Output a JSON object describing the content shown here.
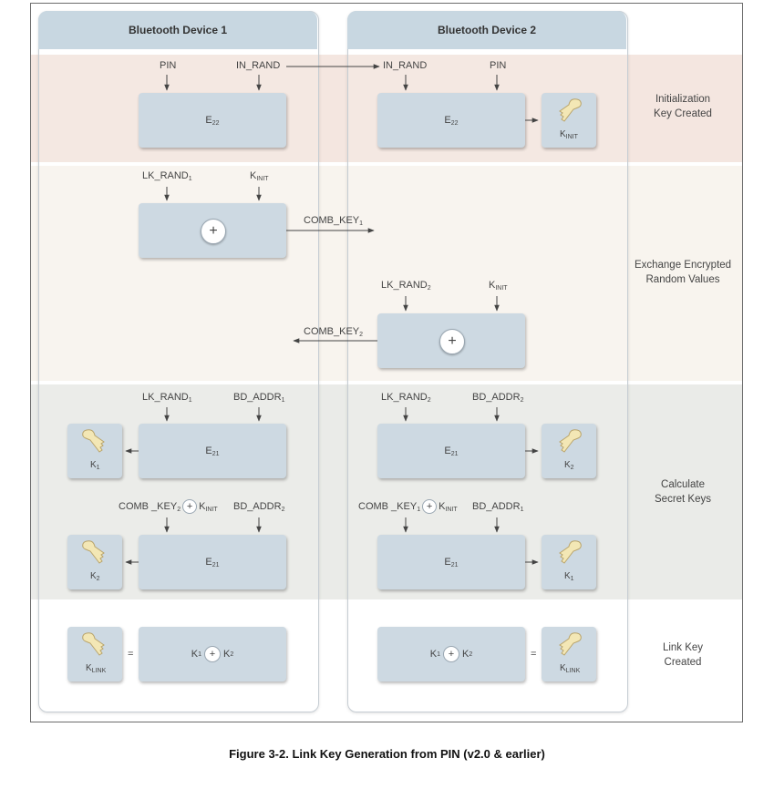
{
  "columns": {
    "device1": "Bluetooth Device 1",
    "device2": "Bluetooth Device 2"
  },
  "stages": {
    "init": {
      "line1": "Initialization",
      "line2": "Key Created"
    },
    "exchange": {
      "line1": "Exchange Encrypted",
      "line2": "Random Values"
    },
    "calculate": {
      "line1": "Calculate",
      "line2": "Secret Keys"
    },
    "link": {
      "line1": "Link Key",
      "line2": "Created"
    }
  },
  "labels": {
    "pin": "PIN",
    "in_rand": "IN_RAND",
    "e": "E",
    "e22_sub": "22",
    "e21_sub": "21",
    "k": "K",
    "init_sub": "INIT",
    "link_sub": "LINK",
    "lk_rand": "LK_RAND",
    "comb_key": "COMB_KEY",
    "comb_key_spaced": "COMB _KEY",
    "bd_addr": "BD_ADDR",
    "sub1": "1",
    "sub2": "2",
    "xor": "+",
    "equals": "="
  },
  "caption": "Figure 3-2.  Link Key Generation from PIN (v2.0 & earlier)",
  "colors": {
    "init_band": "#f4e6e0",
    "exchange_band": "#f8f4ee",
    "calc_band": "#eaebe8",
    "link_band": "#ffffff",
    "box": "#cdd9e2",
    "header": "#c8d7e1",
    "key_fill": "#f3e7b5",
    "key_stroke": "#b9a46b",
    "arrow": "#444444"
  }
}
